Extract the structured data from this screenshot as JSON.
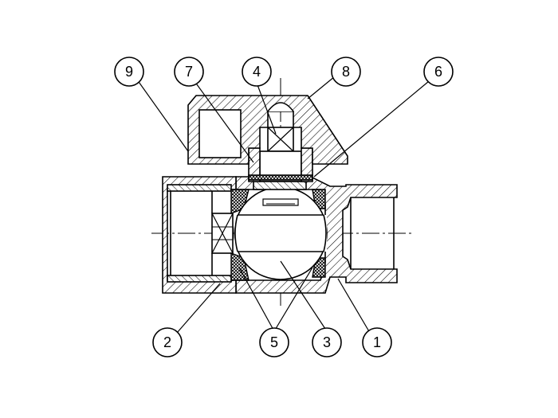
{
  "diagram": {
    "callouts": [
      {
        "id": "9",
        "label": "9"
      },
      {
        "id": "7",
        "label": "7"
      },
      {
        "id": "4",
        "label": "4"
      },
      {
        "id": "8",
        "label": "8"
      },
      {
        "id": "6",
        "label": "6"
      },
      {
        "id": "2",
        "label": "2"
      },
      {
        "id": "5",
        "label": "5"
      },
      {
        "id": "3",
        "label": "3"
      },
      {
        "id": "1",
        "label": "1"
      }
    ],
    "colors": {
      "stroke": "#000000",
      "background": "#ffffff",
      "seal": "#555555"
    }
  }
}
